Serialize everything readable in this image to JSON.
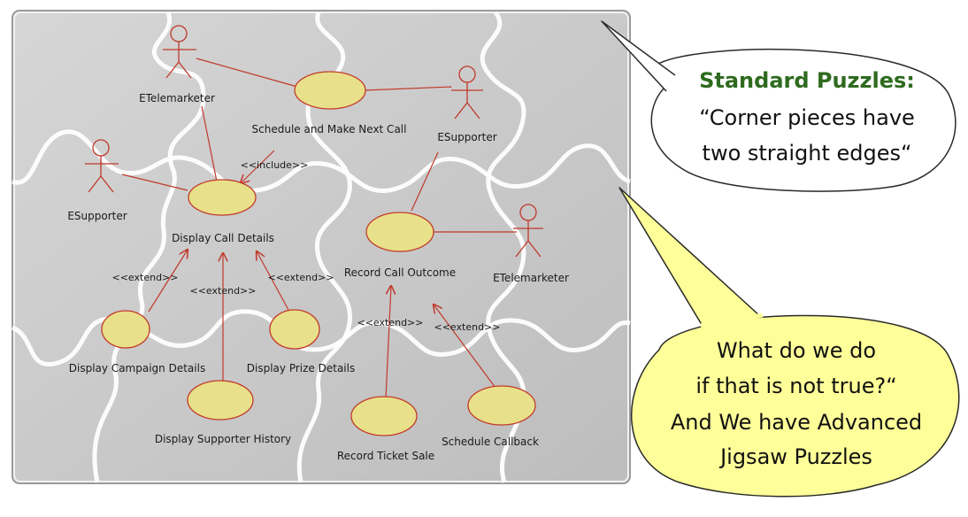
{
  "actors": [
    {
      "id": "etelemarketer-top",
      "label": "ETelemarketer"
    },
    {
      "id": "esupporter-right",
      "label": "ESupporter"
    },
    {
      "id": "esupporter-left",
      "label": "ESupporter"
    },
    {
      "id": "etelemarketer-right",
      "label": "ETelemarketer"
    }
  ],
  "use_cases": [
    {
      "id": "schedule-next-call",
      "label": "Schedule and Make Next Call"
    },
    {
      "id": "display-call-details",
      "label": "Display Call Details"
    },
    {
      "id": "record-call-outcome",
      "label": "Record Call Outcome"
    },
    {
      "id": "display-campaign-details",
      "label": "Display Campaign Details"
    },
    {
      "id": "display-prize-details",
      "label": "Display Prize Details"
    },
    {
      "id": "display-supporter-history",
      "label": "Display Supporter History"
    },
    {
      "id": "record-ticket-sale",
      "label": "Record Ticket Sale"
    },
    {
      "id": "schedule-callback",
      "label": "Schedule Callback"
    }
  ],
  "stereotypes": {
    "include": "<<include>>",
    "extend": "<<extend>>"
  },
  "callout_standard": {
    "title": "Standard Puzzles:",
    "line1": "“Corner pieces have",
    "line2": "two straight edges“"
  },
  "callout_advanced": {
    "line1": "What do we do",
    "line2": "if that is not true?“",
    "line3": "And We have Advanced",
    "line4": "Jigsaw Puzzles"
  },
  "colors": {
    "puzzle": "#c9c9c9",
    "use_case_fill": "#e8e08a",
    "line": "#c0392b",
    "title_green": "#2e6b1f",
    "callout_yellow": "#ffff99"
  }
}
